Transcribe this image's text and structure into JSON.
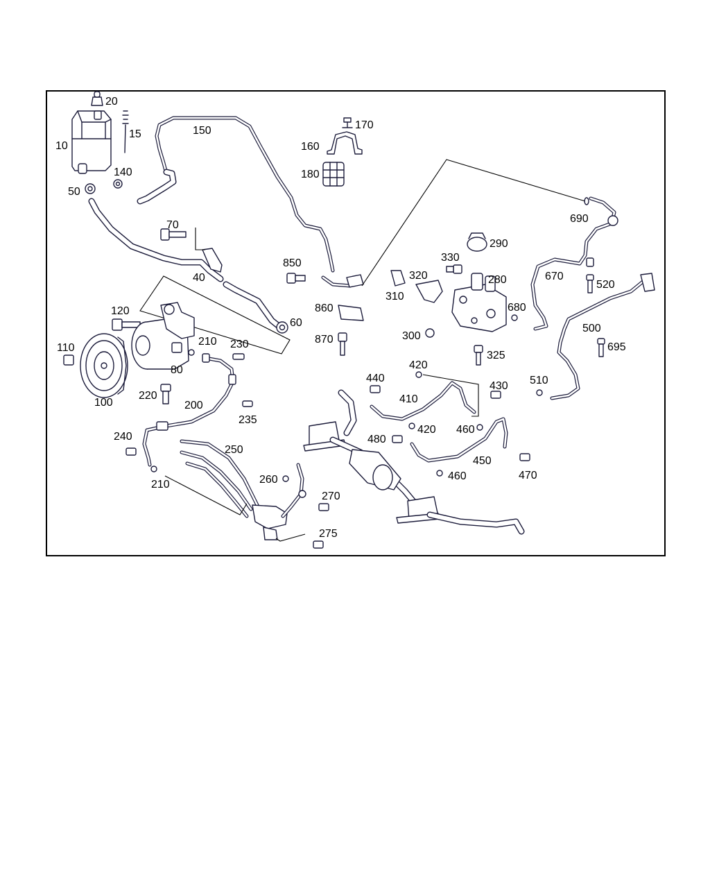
{
  "diagram": {
    "labels": [
      {
        "id": "20",
        "text": "20"
      },
      {
        "id": "15",
        "text": "15"
      },
      {
        "id": "10",
        "text": "10"
      },
      {
        "id": "150",
        "text": "150"
      },
      {
        "id": "170",
        "text": "170"
      },
      {
        "id": "160",
        "text": "160"
      },
      {
        "id": "180",
        "text": "180"
      },
      {
        "id": "140",
        "text": "140"
      },
      {
        "id": "50",
        "text": "50"
      },
      {
        "id": "70",
        "text": "70"
      },
      {
        "id": "40",
        "text": "40"
      },
      {
        "id": "850",
        "text": "850"
      },
      {
        "id": "690",
        "text": "690"
      },
      {
        "id": "290",
        "text": "290"
      },
      {
        "id": "330",
        "text": "330"
      },
      {
        "id": "320",
        "text": "320"
      },
      {
        "id": "280",
        "text": "280"
      },
      {
        "id": "670",
        "text": "670"
      },
      {
        "id": "520",
        "text": "520"
      },
      {
        "id": "310",
        "text": "310"
      },
      {
        "id": "860",
        "text": "860"
      },
      {
        "id": "680",
        "text": "680"
      },
      {
        "id": "120",
        "text": "120"
      },
      {
        "id": "60",
        "text": "60"
      },
      {
        "id": "500",
        "text": "500"
      },
      {
        "id": "300",
        "text": "300"
      },
      {
        "id": "870",
        "text": "870"
      },
      {
        "id": "695",
        "text": "695"
      },
      {
        "id": "110",
        "text": "110"
      },
      {
        "id": "210a",
        "text": "210"
      },
      {
        "id": "230",
        "text": "230"
      },
      {
        "id": "325",
        "text": "325"
      },
      {
        "id": "80",
        "text": "80"
      },
      {
        "id": "420a",
        "text": "420"
      },
      {
        "id": "440",
        "text": "440"
      },
      {
        "id": "430",
        "text": "430"
      },
      {
        "id": "510",
        "text": "510"
      },
      {
        "id": "220",
        "text": "220"
      },
      {
        "id": "410",
        "text": "410"
      },
      {
        "id": "100",
        "text": "100"
      },
      {
        "id": "200",
        "text": "200"
      },
      {
        "id": "235",
        "text": "235"
      },
      {
        "id": "420b",
        "text": "420"
      },
      {
        "id": "460a",
        "text": "460"
      },
      {
        "id": "240",
        "text": "240"
      },
      {
        "id": "250",
        "text": "250"
      },
      {
        "id": "480",
        "text": "480"
      },
      {
        "id": "450",
        "text": "450"
      },
      {
        "id": "470",
        "text": "470"
      },
      {
        "id": "460b",
        "text": "460"
      },
      {
        "id": "260",
        "text": "260"
      },
      {
        "id": "210b",
        "text": "210"
      },
      {
        "id": "270",
        "text": "270"
      },
      {
        "id": "275",
        "text": "275"
      }
    ]
  }
}
